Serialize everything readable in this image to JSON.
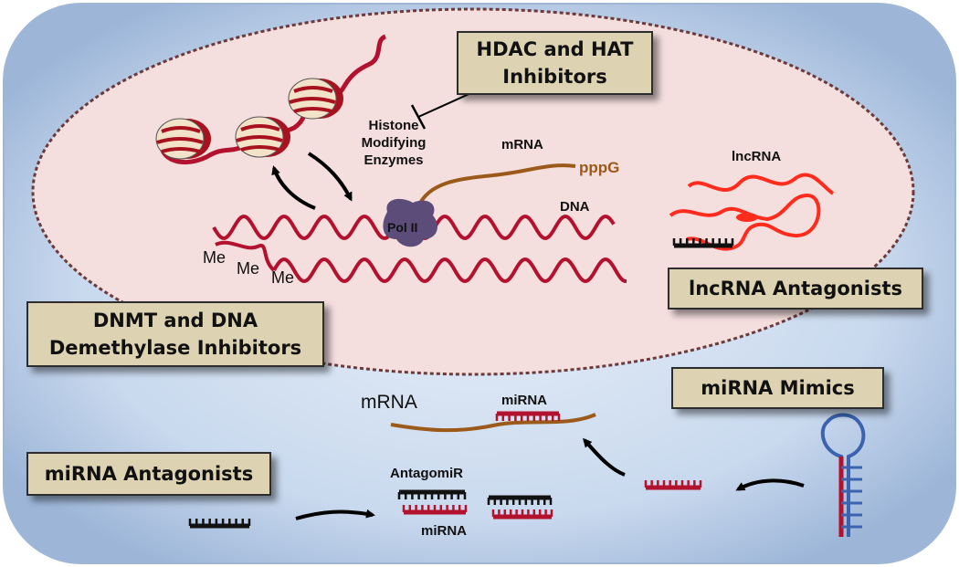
{
  "boxes": {
    "hdac_hat": "HDAC and HAT\nInhibitors",
    "dnmt": "DNMT and DNA\nDemethylase Inhibitors",
    "lncrna_antagonists": "lncRNA Antagonists",
    "mirna_mimics": "miRNA Mimics",
    "mirna_antagonists": "miRNA Antagonists"
  },
  "labels": {
    "histone_enzymes": "Histone\nModifying\nEnzymes",
    "mrna_top": "mRNA",
    "pppg": "pppG",
    "dna": "DNA",
    "pol2": "Pol II",
    "lncrna": "lncRNA",
    "me1": "Me",
    "me2": "Me",
    "me3": "Me",
    "mrna_bottom": "mRNA",
    "mirna_top": "miRNA",
    "antagomir": "AntagomiR",
    "mirna_bottom": "miRNA"
  },
  "colors": {
    "cell_fill": "#c9d9ee",
    "nucleus_fill": "#f5dede",
    "dna": "#b3122e",
    "mrna": "#9c5a1a",
    "pol2": "#5b4c7a",
    "lncrna": "#ff2b1c",
    "antagonist": "#111111",
    "hairpin": "#3b63b0",
    "box_fill": "#ddd3b2"
  }
}
